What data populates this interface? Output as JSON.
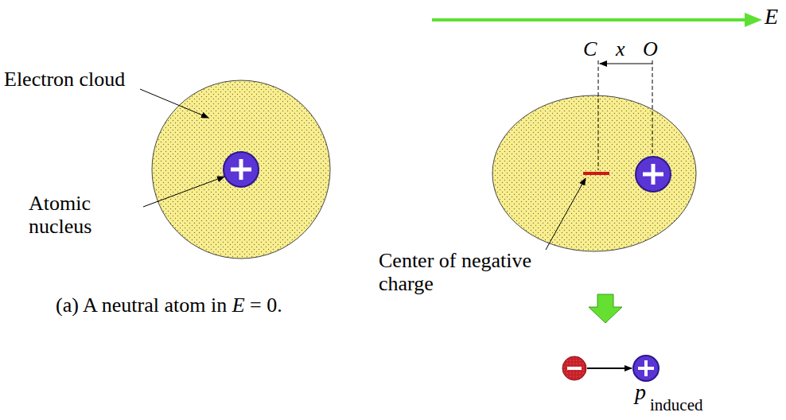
{
  "diagram": {
    "labels": [
      "E",
      "C",
      "x",
      "O",
      "Electron cloud",
      "Atomic nucleus",
      "(a) A neutral atom in",
      "E",
      "= 0.",
      "Center of negative charge",
      "p",
      "induced"
    ]
  }
}
